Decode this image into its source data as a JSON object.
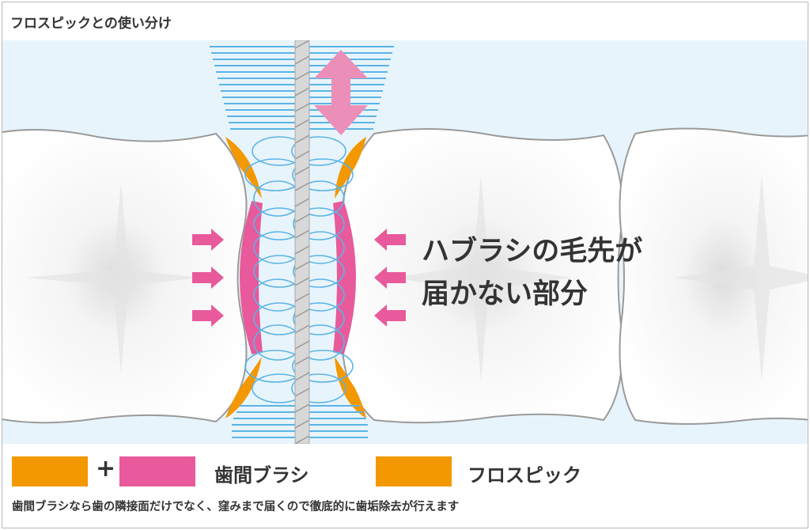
{
  "title": "フロスピックとの使い分け",
  "callout": {
    "line1": "ハブラシの毛先が",
    "line2": "届かない部分"
  },
  "legend": {
    "plus": "+",
    "interdental_brush_label": "歯間ブラシ",
    "floss_pick_label": "フロスピック"
  },
  "caption": "歯間ブラシなら歯の隣接面だけでなく、窪みまで届くので徹底的に歯垢除去が行えます",
  "colors": {
    "floss_area": "#f39800",
    "brush_only_area": "#e85a9b",
    "bristles": "#5ab4e6",
    "background_band": "#e8f4fb",
    "tooth_outline": "#9a9a9a",
    "arrow": "#e85a9b"
  },
  "icons": {
    "vertical_arrow": "double-arrow-vertical-icon",
    "press_arrows": "arrow-right-icon"
  }
}
